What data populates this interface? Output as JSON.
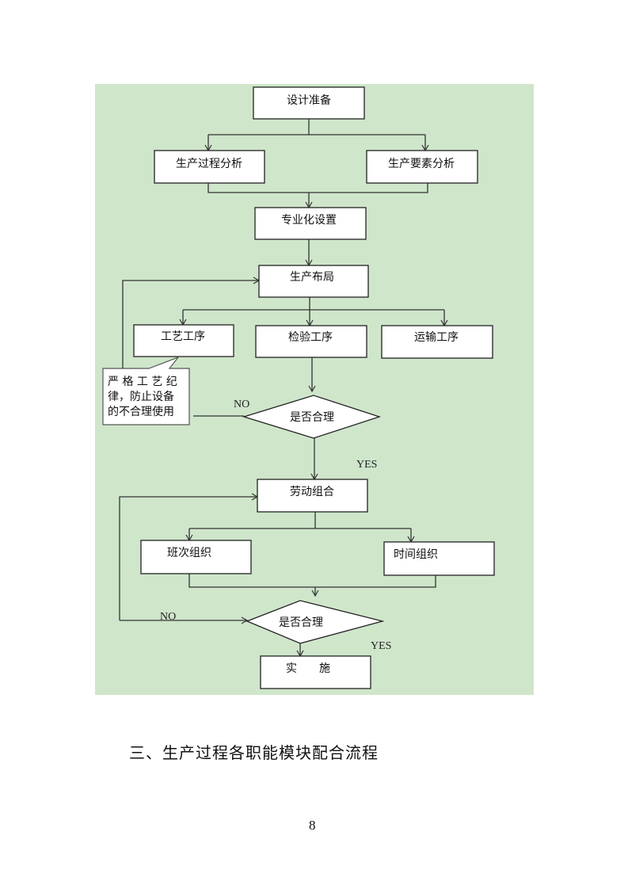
{
  "flowchart": {
    "background_color": "#cfe6cb",
    "nodes": {
      "design_prep": "设计准备",
      "process_analysis": "生产过程分析",
      "factor_analysis": "生产要素分析",
      "specialization": "专业化设置",
      "layout": "生产布局",
      "craft_process": "工艺工序",
      "inspection_process": "检验工序",
      "transport_process": "运输工序",
      "decision_1": "是否合理",
      "labor_combination": "劳动组合",
      "shift_organization": "班次组织",
      "time_organization": "时间组织",
      "decision_2": "是否合理",
      "implement": "实　　施"
    },
    "callout": {
      "line1": "严 格 工 艺 纪",
      "line2": "律，防止设备",
      "line3": "的不合理使用"
    },
    "labels": {
      "no_1": "NO",
      "yes_1": "YES",
      "no_2": "NO",
      "yes_2": "YES"
    }
  },
  "heading": "三、生产过程各职能模块配合流程",
  "page_number": "8"
}
